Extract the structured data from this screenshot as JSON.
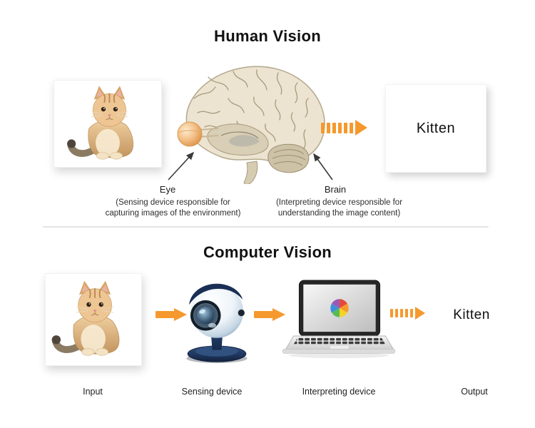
{
  "colors": {
    "accent_orange": "#F5992E",
    "divider_gray": "#e4e4e4",
    "text_dark": "#111111"
  },
  "human_vision": {
    "title": "Human Vision",
    "eye": {
      "label": "Eye",
      "caption": "(Sensing device responsible for capturing images of the environment)"
    },
    "brain": {
      "label": "Brain",
      "caption": "(Interpreting device responsible for understanding the image content)"
    },
    "output_label": "Kitten"
  },
  "computer_vision": {
    "title": "Computer Vision",
    "output_label": "Kitten",
    "stage_labels": {
      "input": "Input",
      "sensing": "Sensing device",
      "interpreting": "Interpreting device",
      "output": "Output"
    }
  }
}
